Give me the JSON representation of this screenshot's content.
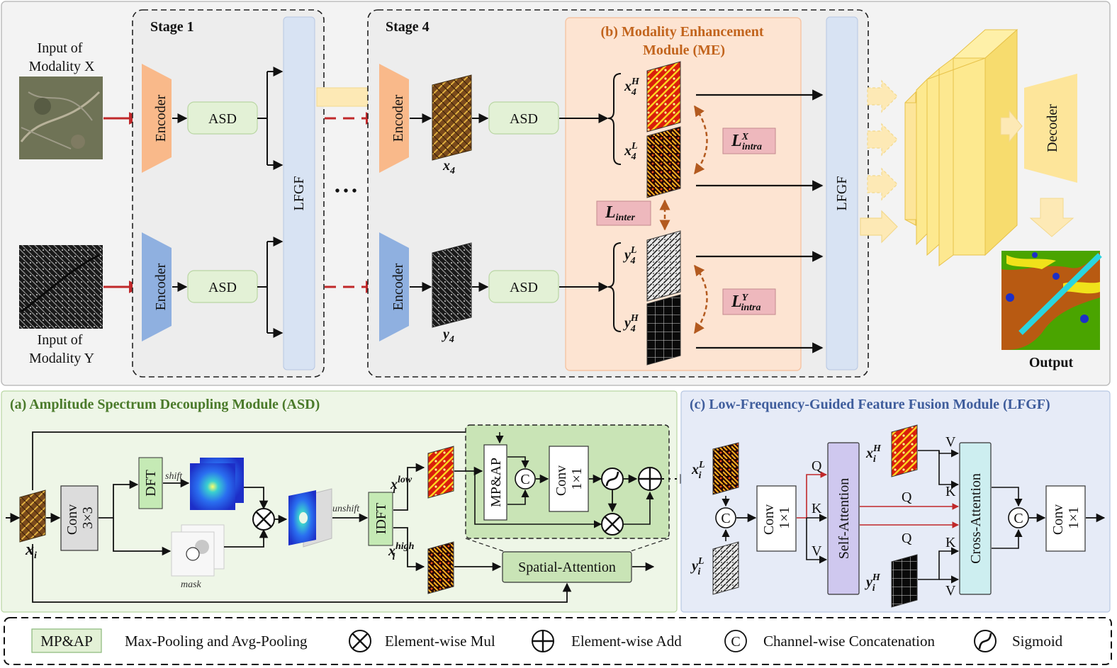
{
  "top": {
    "input_x_label": [
      "Input of",
      "Modality X"
    ],
    "input_y_label": [
      "Input of",
      "Modality Y"
    ],
    "stage1_label": "Stage 1",
    "stage4_label": "Stage 4",
    "encoder_label": "Encoder",
    "asd_label": "ASD",
    "lfgf_label": "LFGF",
    "decoder_label": "Decoder",
    "ellipsis": "• • •",
    "me_title": [
      "(b) Modality Enhancement",
      "Module (ME)"
    ],
    "x4_label": "x",
    "x4_sub": "4",
    "y4_label": "y",
    "y4_sub": "4",
    "x4H": {
      "base": "x",
      "sup": "H",
      "sub": "4"
    },
    "x4L": {
      "base": "x",
      "sup": "L",
      "sub": "4"
    },
    "y4L": {
      "base": "y",
      "sup": "L",
      "sub": "4"
    },
    "y4H": {
      "base": "y",
      "sup": "H",
      "sub": "4"
    },
    "loss_intra_x": {
      "base": "L",
      "sup": "X",
      "sub": "intra"
    },
    "loss_inter": {
      "base": "L",
      "sub": "inter"
    },
    "loss_intra_y": {
      "base": "L",
      "sup": "Y",
      "sub": "intra"
    },
    "output_label": "Output"
  },
  "asd": {
    "title": "(a) Amplitude Spectrum Decoupling Module (ASD)",
    "conv3": [
      "Conv",
      "3×3"
    ],
    "dft": "DFT",
    "shift": "shift",
    "mask": "mask",
    "unshift": "unshift",
    "idft": "IDFT",
    "xi": "x",
    "xi_sub": "i",
    "xi_low": {
      "base": "x",
      "sup": "low",
      "sub": "i"
    },
    "xi_high": {
      "base": "x",
      "sup": "high",
      "sub": "i"
    },
    "mpap": "MP&AP",
    "conv1": [
      "Conv",
      "1×1"
    ],
    "c": "C",
    "spatial_attention": "Spatial-Attention"
  },
  "lfgf": {
    "title": "(c) Low-Frequency-Guided Feature Fusion Module (LFGF)",
    "xiL": {
      "base": "x",
      "sup": "L",
      "sub": "i"
    },
    "yiL": {
      "base": "y",
      "sup": "L",
      "sub": "i"
    },
    "xiH": {
      "base": "x",
      "sup": "H",
      "sub": "i"
    },
    "yiH": {
      "base": "y",
      "sup": "H",
      "sub": "i"
    },
    "conv1": [
      "Conv",
      "1×1"
    ],
    "self_attention": "Self-Attention",
    "cross_attention": "Cross-Attention",
    "q": "Q",
    "k": "K",
    "v": "V",
    "c": "C"
  },
  "legend": {
    "mpap": "MP&AP",
    "mpap_desc": "Max-Pooling and Avg-Pooling",
    "mul_desc": "Element-wise Mul",
    "add_desc": "Element-wise Add",
    "c": "C",
    "concat_desc": "Channel-wise Concatenation",
    "sigmoid_desc": "Sigmoid"
  },
  "colors": {
    "encoder_x": "#f9b98a",
    "encoder_y": "#8fb0e0",
    "asd_box": "#e3f1d6",
    "lfgf_box": "#d8e3f3",
    "me_bg": "#fde4d2",
    "loss_box": "#eeb8bd",
    "decoder": "#fde59a",
    "red_arrow": "#c0282a",
    "brown_arrow": "#b35a1f",
    "panel_a_bg": "#eef6e7",
    "panel_c_bg": "#e6ebf7",
    "self_attn": "#cfc8ef",
    "cross_attn": "#cdeef0"
  }
}
